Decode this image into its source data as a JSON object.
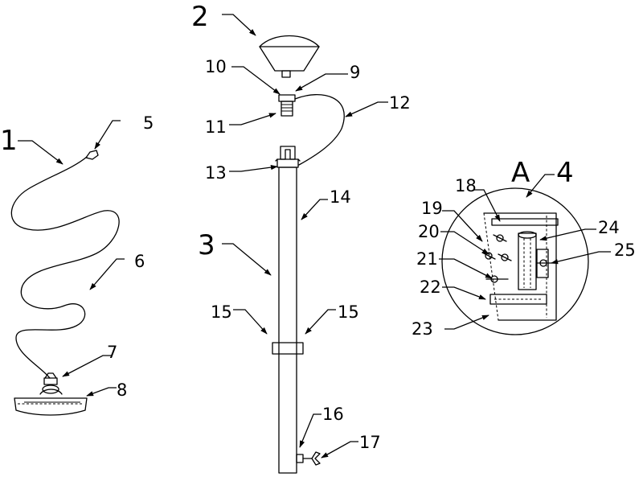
{
  "figure": {
    "title": "Patent mechanical drawing - pole assembly with cable, cap and detail view A",
    "labels": {
      "l1": "1",
      "l2": "2",
      "l3": "3",
      "l4": "4",
      "l5": "5",
      "l6": "6",
      "l7": "7",
      "l8": "8",
      "l9": "9",
      "l10": "10",
      "l11": "11",
      "l12": "12",
      "l13": "13",
      "l14": "14",
      "l15a": "15",
      "l15b": "15",
      "l16": "16",
      "l17": "17",
      "l18": "18",
      "l19": "19",
      "l20": "20",
      "l21": "21",
      "l22": "22",
      "l23": "23",
      "l24": "24",
      "l25": "25",
      "detail": "A"
    }
  }
}
